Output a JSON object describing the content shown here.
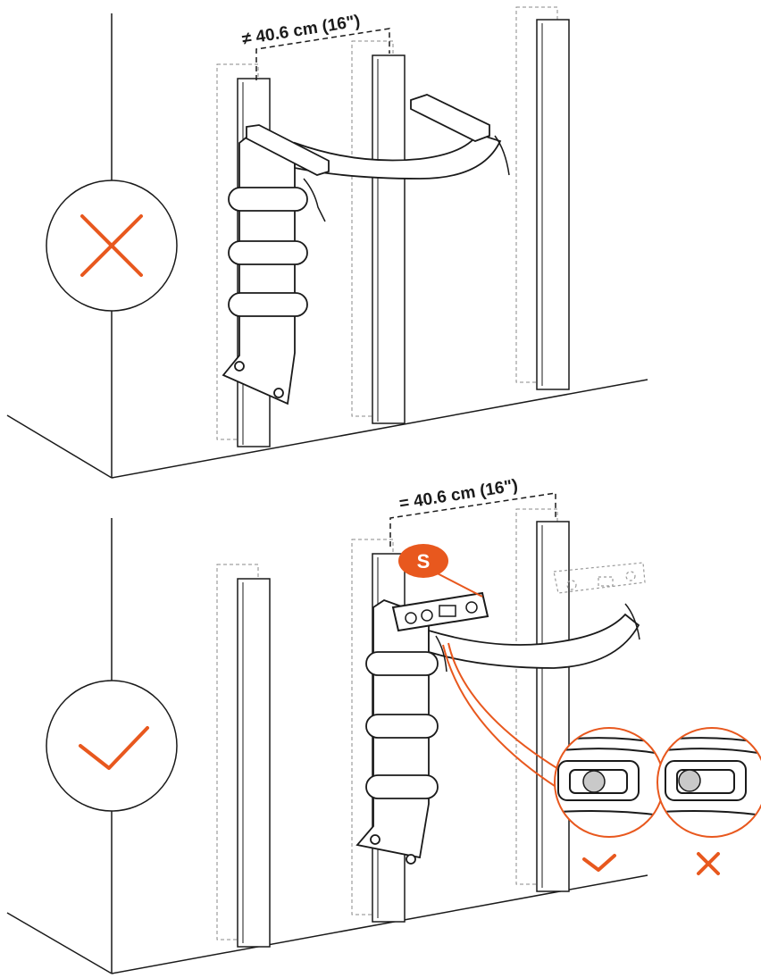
{
  "panels": {
    "wrong": {
      "spacing_label": "≠ 40.6 cm (16\")",
      "status_icon": "cross-icon"
    },
    "right": {
      "spacing_label": "= 40.6 cm (16\")",
      "status_icon": "check-icon",
      "level_badge": "S",
      "bubble_ok_icon": "check-icon",
      "bubble_bad_icon": "cross-icon"
    }
  },
  "colors": {
    "accent": "#e8581e",
    "line": "#1a1a1a",
    "dashed": "#8a8a8a"
  }
}
